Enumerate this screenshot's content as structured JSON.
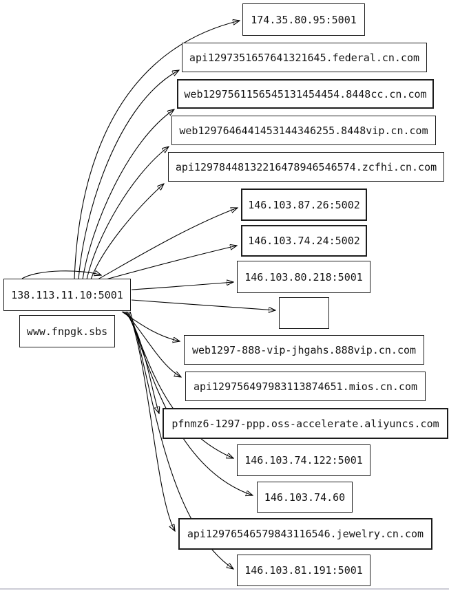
{
  "diagram": {
    "type": "network-graph",
    "source_node": {
      "label": "138.113.11.10:5001"
    },
    "domain_node": {
      "label": "www.fnpgk.sbs"
    },
    "target_nodes": [
      {
        "label": "174.35.80.95:5001"
      },
      {
        "label": "api1297351657641321645.federal.cn.com"
      },
      {
        "label": "web1297561156545131454454.8448cc.cn.com"
      },
      {
        "label": "web1297646441453144346255.8448vip.cn.com"
      },
      {
        "label": "api12978448132216478946546574.zcfhi.cn.com"
      },
      {
        "label": "146.103.87.26:5002"
      },
      {
        "label": "146.103.74.24:5002"
      },
      {
        "label": "146.103.80.218:5001"
      },
      {
        "label": ""
      },
      {
        "label": "web1297-888-vip-jhgahs.888vip.cn.com"
      },
      {
        "label": "api129756497983113874651.mios.cn.com"
      },
      {
        "label": "pfnmz6-1297-ppp.oss-accelerate.aliyuncs.com"
      },
      {
        "label": "146.103.74.122:5001"
      },
      {
        "label": "146.103.74.60"
      },
      {
        "label": "api12976546579843116546.jewelry.cn.com"
      },
      {
        "label": "146.103.81.191:5001"
      }
    ],
    "colors": {
      "background": "#ffffff",
      "node_border": "#1c1c1c",
      "edge": "#000000",
      "text": "#141414"
    }
  }
}
